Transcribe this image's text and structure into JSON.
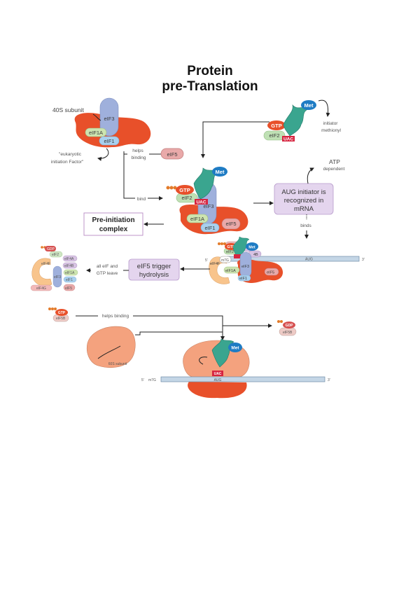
{
  "title": {
    "line1": "Protein",
    "line2": "pre-Translation"
  },
  "colors": {
    "ribosome_small": "#e8502a",
    "ribosome_large": "#f4a27e",
    "eIF3": "#9fb0dc",
    "eIF1A": "#cde4b0",
    "eIF1": "#a9d0ee",
    "eIF2": "#bfe0b4",
    "eIF5": "#e9a9a9",
    "GTP": "#e8502a",
    "Met": "#1f7cc4",
    "UAC": "#d6243f",
    "tRNA": "#3aa58f",
    "phosphate": "#e37b2a",
    "mRNA": "#c4d6e6",
    "process_box": "#e4d5ee",
    "eIF4F": "#f8c48c"
  },
  "step1": {
    "subunit_label": "40S subunit",
    "factors": [
      "eIF3",
      "eIF1A",
      "eIF1"
    ],
    "note": "\"eukaryotic initiation Factor\""
  },
  "ternary_complex": {
    "met": "Met",
    "gtp": "GTP",
    "eif2": "eIF2",
    "anticodon": "UAC",
    "note_line1": "initiator",
    "note_line2": "methionyl"
  },
  "eif5_helper": {
    "label_line1": "helps",
    "label_line2": "binding",
    "factor": "eIF5"
  },
  "bind_label": "bind",
  "pic43s": {
    "met": "Met",
    "gtp": "GTP",
    "eif2": "eIF2",
    "anticodon": "UAC",
    "factors": [
      "eIF3",
      "eIF1A",
      "eIF1",
      "eIF5"
    ]
  },
  "preinit_box": {
    "line1": "Pre-initiation",
    "line2": "complex"
  },
  "aug_box": {
    "line1": "AUG initiator is",
    "line2": "recognized in",
    "line3": "mRNA"
  },
  "atp_note": {
    "line1": "ATP",
    "line2": "dependent"
  },
  "binds_label": "binds",
  "scanning_complex": {
    "met": "Met",
    "gtp": "GTP",
    "factors": [
      "eIF4F",
      "eIF2",
      "eIF3",
      "eIF1A",
      "eIF1",
      "eIF5",
      "eIF4B",
      "eIF4A"
    ],
    "cap": "m7G",
    "five_prime": "5'",
    "three_prime": "3'",
    "codon": "AUG"
  },
  "hydrolysis_box": {
    "line1": "eIF5 trigger",
    "line2": "hydrolysis"
  },
  "leave_note": {
    "line1": "all eIF and",
    "line2": "GTP leave"
  },
  "released_factors": [
    "GDP",
    "eIF2",
    "eIF4A",
    "eIF4B",
    "eIF4F",
    "eIF1A",
    "eIF3",
    "eIF1",
    "eIF4G",
    "eIF5"
  ],
  "eif5b_in": {
    "gtp": "GTP",
    "factor": "eIF5B",
    "label": "helps binding"
  },
  "large_subunit": {
    "label": "60S subunit"
  },
  "eif5b_out": {
    "gdp": "GDP",
    "factor": "eIF5B"
  },
  "ribosome_80s": {
    "met": "Met",
    "anticodon": "UAC",
    "codon": "AUG",
    "five_prime": "5'",
    "cap": "m7G",
    "three_prime": "3'"
  }
}
